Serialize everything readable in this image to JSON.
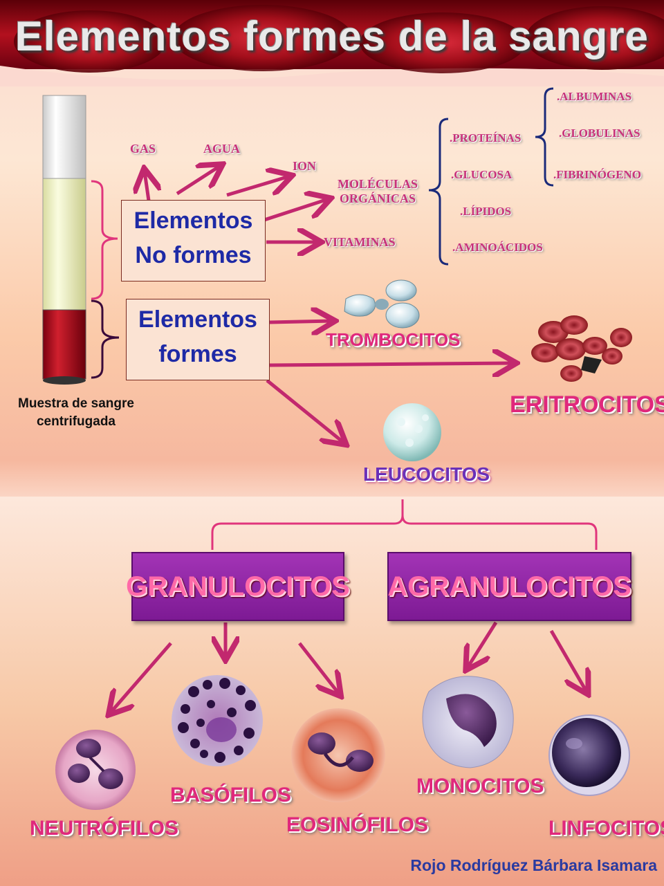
{
  "title": "Elementos formes de la sangre",
  "tube_caption_line1": "Muestra de sangre",
  "tube_caption_line2": "centrifugada",
  "box_no_formes_line1": "Elementos",
  "box_no_formes_line2": "No formes",
  "box_formes_line1": "Elementos",
  "box_formes_line2": "formes",
  "no_formes": {
    "gas": "GAS",
    "agua": "AGUA",
    "ion": "ION",
    "moleculas_line1": "MOLÉCULAS",
    "moleculas_line2": "ORGÁNICAS",
    "vitaminas": "VITAMINAS"
  },
  "organicas": {
    "proteinas": ".PROTEÍNAS",
    "glucosa": ".GLUCOSA",
    "lipidos": ".LÍPIDOS",
    "aminoacidos": ".AMINOÁCIDOS"
  },
  "proteinas": {
    "albuminas": ".ALBUMINAS",
    "globulinas": ".GLOBULINAS",
    "fibrinogeno": ".FIBRINÓGENO"
  },
  "formes": {
    "trombocitos": "TROMBOCITOS",
    "eritrocitos": "ERITROCITOS",
    "leucocitos": "LEUCOCITOS"
  },
  "leucocitos": {
    "granulocitos": "GRANULOCITOS",
    "agranulocitos": "AGRANULOCITOS"
  },
  "granulocitos": {
    "neutrofilos": "NEUTRÓFILOS",
    "basofilos": "BASÓFILOS",
    "eosinofilos": "EOSINÓFILOS"
  },
  "agranulocitos": {
    "monocitos": "MONOCITOS",
    "linfocitos": "LINFOCITOS"
  },
  "author": "Rojo Rodríguez Bárbara Isamara",
  "colors": {
    "arrow": "#c2286e",
    "bracket_pink": "#e0357c",
    "bracket_dark": "#3a0a3a",
    "bracket_blue": "#1a2a7a",
    "box_text": "#1e2aa6",
    "purple_box": "#8a22a0"
  }
}
